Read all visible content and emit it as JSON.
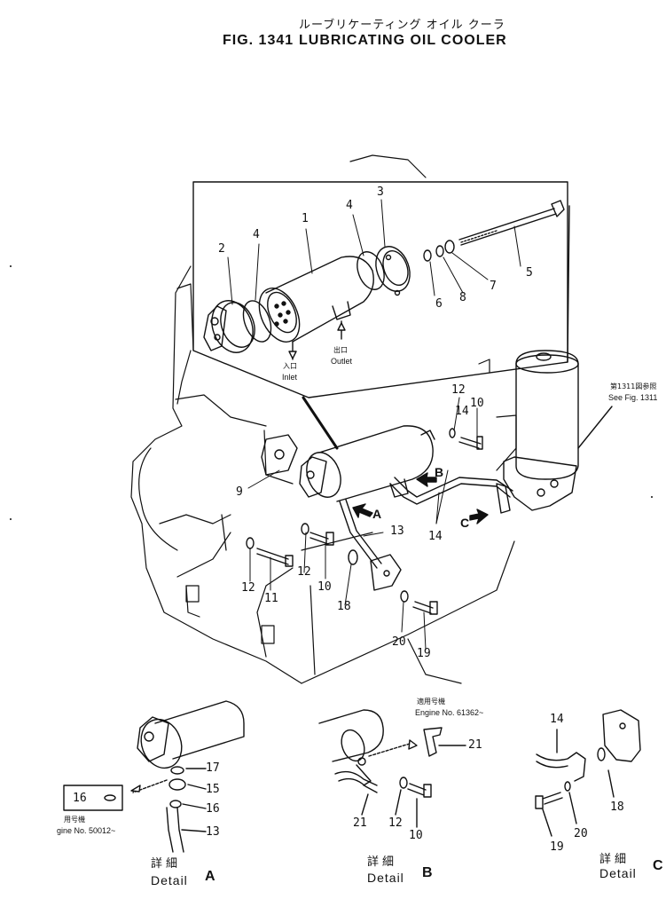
{
  "title": {
    "japanese": "ルーブリケーティング オイル クーラ",
    "figure": "FIG. 1341",
    "name": "LUBRICATING OIL COOLER"
  },
  "main_view": {
    "inlet_jp": "入口",
    "inlet_en": "Inlet",
    "outlet_jp": "出口",
    "outlet_en": "Outlet",
    "see_fig_jp": "第1311図参照",
    "see_fig_en": "See Fig. 1311",
    "arrow_a": "A",
    "arrow_b": "B",
    "arrow_c": "C"
  },
  "part_numbers": {
    "p1": "1",
    "p2": "2",
    "p3": "3",
    "p4a": "4",
    "p4b": "4",
    "p5": "5",
    "p6": "6",
    "p7": "7",
    "p8": "8",
    "p9": "9",
    "p10a": "10",
    "p10b": "10",
    "p11": "11",
    "p12a": "12",
    "p12b": "12",
    "p12c": "12",
    "p13": "13",
    "p14a": "14",
    "p14b": "14",
    "p18": "18",
    "p19": "19",
    "p20": "20"
  },
  "detail_a": {
    "labels": {
      "p13": "13",
      "p15": "15",
      "p16": "16",
      "p16box": "16",
      "p17": "17"
    },
    "applies_jp": "用号機",
    "applies_en": "gine No. 50012~",
    "caption_jp": "詳細",
    "caption_en": "Detail",
    "caption_letter": "A"
  },
  "detail_b": {
    "labels": {
      "p10": "10",
      "p12": "12",
      "p21a": "21",
      "p21b": "21"
    },
    "applies_jp": "適用号機",
    "applies_en": "Engine No. 61362~",
    "caption_jp": "詳細",
    "caption_en": "Detail",
    "caption_letter": "B"
  },
  "detail_c": {
    "labels": {
      "p14": "14",
      "p18": "18",
      "p19": "19",
      "p20": "20"
    },
    "caption_jp": "詳細",
    "caption_en": "Detail",
    "caption_letter": "C"
  }
}
